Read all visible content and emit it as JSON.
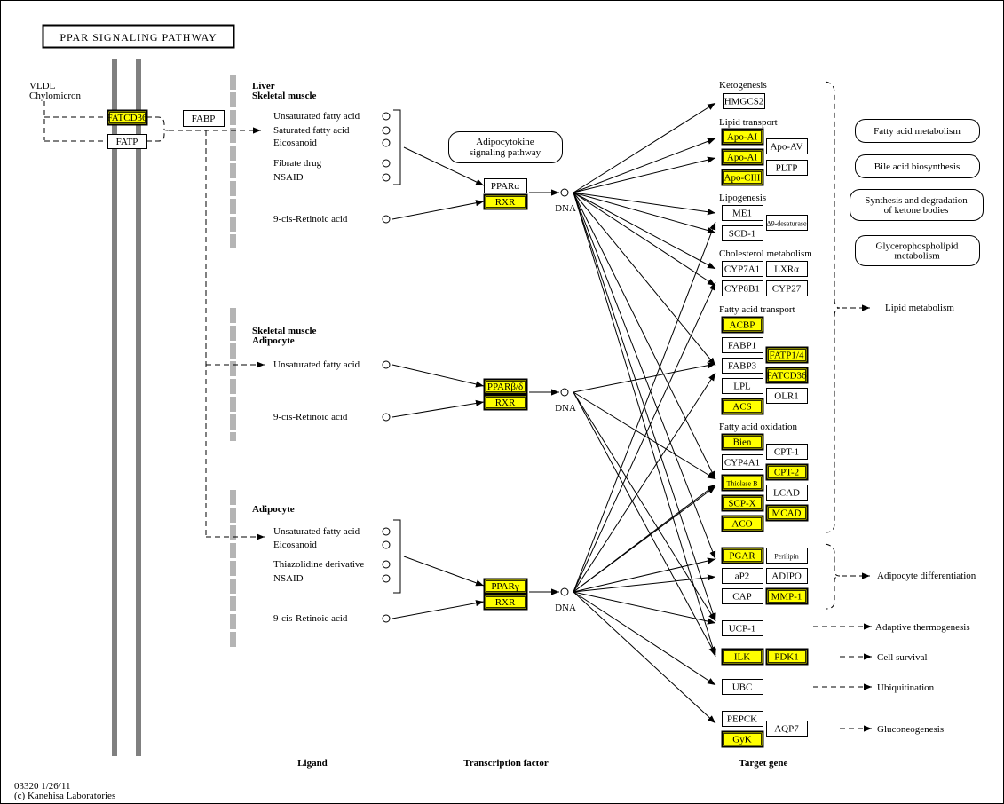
{
  "title": "PPAR SIGNALING PATHWAY",
  "colors": {
    "highlight": "#ffff00",
    "membrane": "#808080",
    "wall": "#b4b4b4",
    "border": "#000000"
  },
  "transport": {
    "source_lines": [
      "VLDL",
      "Chylomicron"
    ],
    "proteins": [
      {
        "label": "FATCD36",
        "highlighted": true
      },
      {
        "label": "FATP",
        "highlighted": false
      },
      {
        "label": "FABP",
        "highlighted": false
      }
    ]
  },
  "ligand_sections": [
    {
      "tissue": [
        "Liver",
        "Skeletal muscle"
      ],
      "ligands": [
        "Unsaturated fatty acid",
        "Saturated fatty acid",
        "Eicosanoid",
        "Fibrate drug",
        "NSAID",
        "9-cis-Retinoic acid"
      ],
      "receptor": {
        "label": "PPARα",
        "highlighted": false
      },
      "partner": {
        "label": "RXR",
        "highlighted": true
      },
      "dna": "DNA"
    },
    {
      "tissue": [
        "Skeletal muscle",
        "Adipocyte"
      ],
      "ligands": [
        "Unsaturated fatty acid",
        "9-cis-Retinoic acid"
      ],
      "receptor": {
        "label": "PPARβ/δ",
        "highlighted": true
      },
      "partner": {
        "label": "RXR",
        "highlighted": true
      },
      "dna": "DNA"
    },
    {
      "tissue": [
        "Adipocyte"
      ],
      "ligands": [
        "Unsaturated fatty acid",
        "Eicosanoid",
        "Thiazolidine derivative",
        "NSAID",
        "9-cis-Retinoic acid"
      ],
      "receptor": {
        "label": "PPARγ",
        "highlighted": true
      },
      "partner": {
        "label": "RXR",
        "highlighted": true
      },
      "dna": "DNA"
    }
  ],
  "adipocytokine_link": [
    "Adipocytokine",
    "signaling pathway"
  ],
  "target_groups": [
    "Ketogenesis",
    "Lipid transport",
    "Lipogenesis",
    "Cholesterol metabolism",
    "Fatty acid transport",
    "Fatty acid oxidation"
  ],
  "target_genes": [
    {
      "label": "HMGCS2",
      "highlighted": false
    },
    {
      "label": "Apo-AI",
      "highlighted": true
    },
    {
      "label": "Apo-AI",
      "highlighted": true
    },
    {
      "label": "Apo-CIII",
      "highlighted": true
    },
    {
      "label": "Apo-AV",
      "highlighted": false
    },
    {
      "label": "PLTP",
      "highlighted": false
    },
    {
      "label": "ME1",
      "highlighted": false
    },
    {
      "label": "SCD-1",
      "highlighted": false
    },
    {
      "label": "Δ9-desaturase",
      "highlighted": false
    },
    {
      "label": "CYP7A1",
      "highlighted": false
    },
    {
      "label": "LXRα",
      "highlighted": false
    },
    {
      "label": "CYP8B1",
      "highlighted": false
    },
    {
      "label": "CYP27",
      "highlighted": false
    },
    {
      "label": "ACBP",
      "highlighted": true
    },
    {
      "label": "FABP1",
      "highlighted": false
    },
    {
      "label": "FABP3",
      "highlighted": false
    },
    {
      "label": "LPL",
      "highlighted": false
    },
    {
      "label": "ACS",
      "highlighted": true
    },
    {
      "label": "FATP1/4",
      "highlighted": true
    },
    {
      "label": "FATCD36",
      "highlighted": true
    },
    {
      "label": "OLR1",
      "highlighted": false
    },
    {
      "label": "Bien",
      "highlighted": true
    },
    {
      "label": "CYP4A1",
      "highlighted": false
    },
    {
      "label": "Thiolase B",
      "highlighted": true
    },
    {
      "label": "SCP-X",
      "highlighted": true
    },
    {
      "label": "ACO",
      "highlighted": true
    },
    {
      "label": "CPT-1",
      "highlighted": false
    },
    {
      "label": "CPT-2",
      "highlighted": true
    },
    {
      "label": "LCAD",
      "highlighted": false
    },
    {
      "label": "MCAD",
      "highlighted": true
    },
    {
      "label": "PGAR",
      "highlighted": true
    },
    {
      "label": "aP2",
      "highlighted": false
    },
    {
      "label": "CAP",
      "highlighted": false
    },
    {
      "label": "Perilipin",
      "highlighted": false
    },
    {
      "label": "ADIPO",
      "highlighted": false
    },
    {
      "label": "MMP-1",
      "highlighted": true
    },
    {
      "label": "UCP-1",
      "highlighted": false
    },
    {
      "label": "ILK",
      "highlighted": true
    },
    {
      "label": "PDK1",
      "highlighted": true
    },
    {
      "label": "UBC",
      "highlighted": false
    },
    {
      "label": "PEPCK",
      "highlighted": false
    },
    {
      "label": "GyK",
      "highlighted": true
    },
    {
      "label": "AQP7",
      "highlighted": false
    }
  ],
  "metabolism_maps": [
    [
      "Fatty acid metabolism"
    ],
    [
      "Bile acid biosynthesis"
    ],
    [
      "Synthesis and degradation",
      "of ketone bodies"
    ],
    [
      "Glycerophospholipid",
      "metabolism"
    ]
  ],
  "outcomes": [
    "Lipid metabolism",
    "Adipocyte differentiation",
    "Adaptive thermogenesis",
    "Cell survival",
    "Ubiquitination",
    "Gluconeogenesis"
  ],
  "column_labels": [
    "Ligand",
    "Transcription factor",
    "Target gene"
  ],
  "footer": [
    "03320 1/26/11",
    "(c) Kanehisa Laboratories"
  ]
}
